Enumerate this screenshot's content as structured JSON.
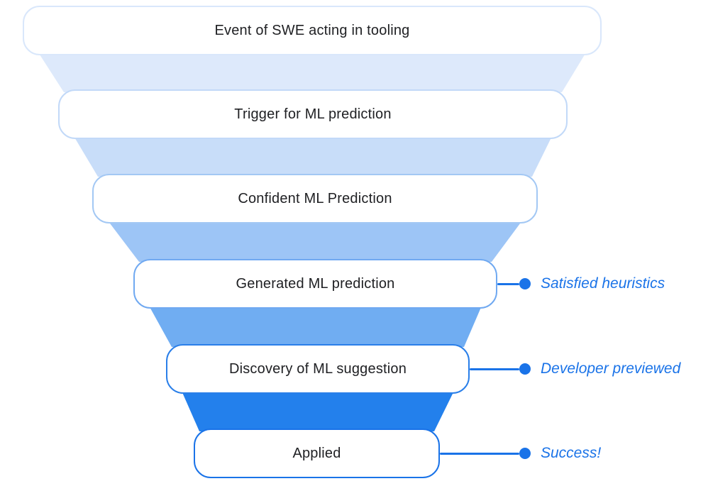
{
  "diagram": {
    "label_color": "#202124",
    "annotation_color": "#1a73e8",
    "band_colors": [
      "#dde9fb",
      "#c8ddf9",
      "#9dc5f6",
      "#70adf2",
      "#2380ec"
    ],
    "levels": [
      {
        "label": "Event of SWE acting in tooling",
        "border_color": "#d9e7fb"
      },
      {
        "label": "Trigger for ML prediction",
        "border_color": "#c2d9f8"
      },
      {
        "label": "Confident ML Prediction",
        "border_color": "#a3c8f4"
      },
      {
        "label": "Generated ML prediction",
        "border_color": "#70a9f1",
        "annotation": "Satisfied heuristics"
      },
      {
        "label": "Discovery of ML suggestion",
        "border_color": "#2a7fe9",
        "annotation": "Developer previewed"
      },
      {
        "label": "Applied",
        "border_color": "#1a73e8",
        "annotation": "Success!"
      }
    ]
  }
}
